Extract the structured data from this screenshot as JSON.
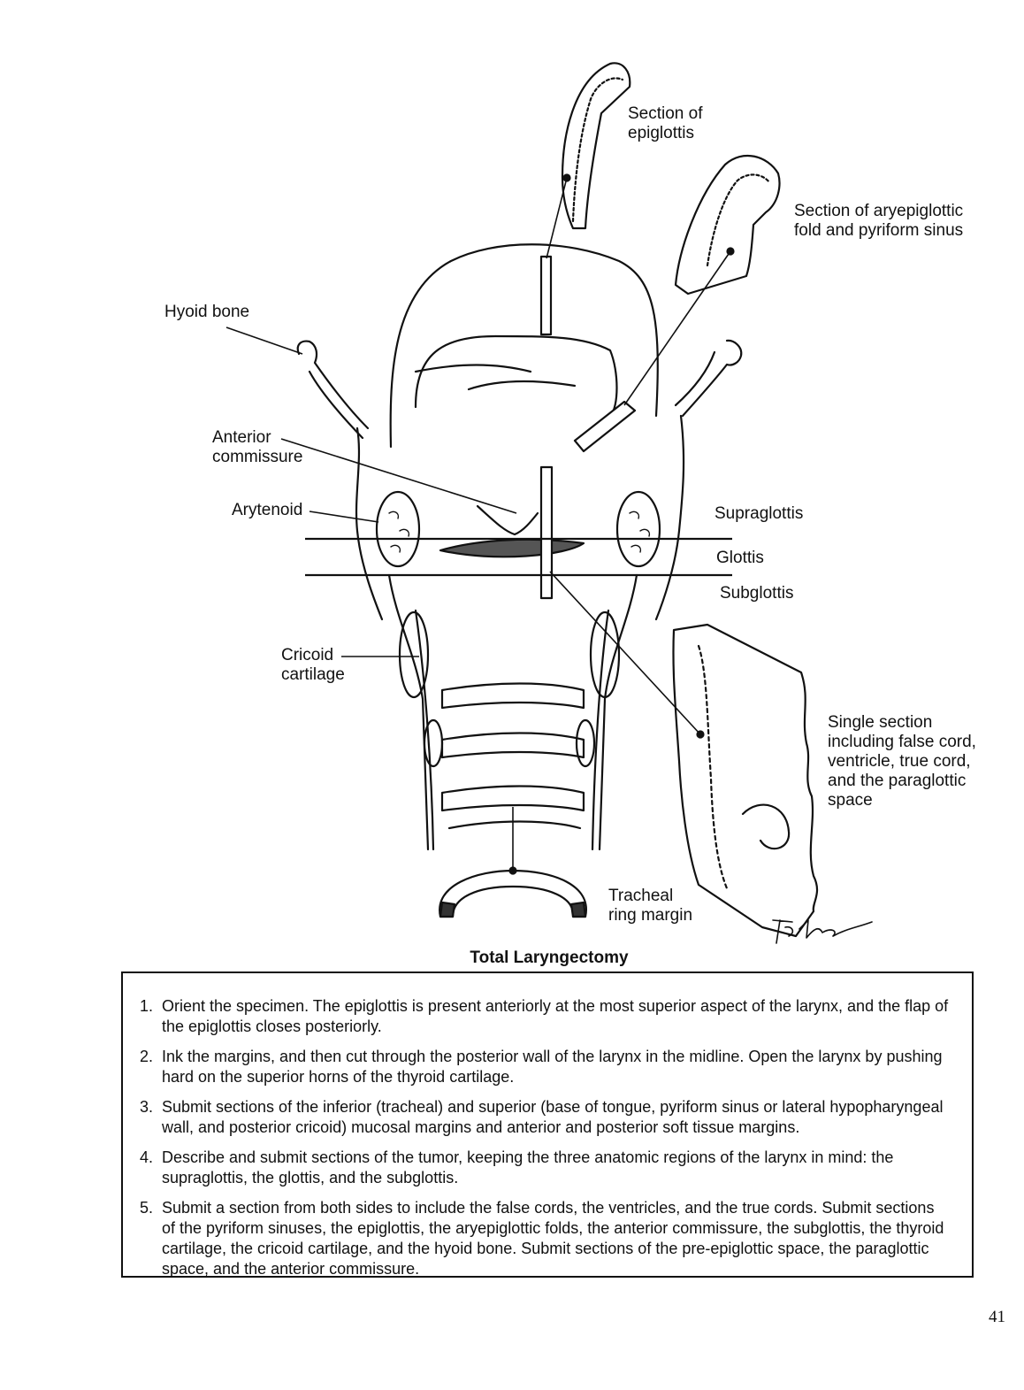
{
  "labels": {
    "section_epiglottis": [
      "Section of",
      "epiglottis"
    ],
    "section_aryepiglottic": [
      "Section of aryepiglottic",
      "fold and pyriform sinus"
    ],
    "hyoid_bone": "Hyoid bone",
    "anterior_commissure": [
      "Anterior",
      "commissure"
    ],
    "arytenoid": "Arytenoid",
    "supraglottis": "Supraglottis",
    "glottis": "Glottis",
    "subglottis": "Subglottis",
    "cricoid_cartilage": [
      "Cricoid",
      "cartilage"
    ],
    "single_section": [
      "Single section",
      "including false cord,",
      "ventricle, true cord,",
      "and the paraglottic",
      "space"
    ],
    "tracheal_ring_margin": [
      "Tracheal",
      "ring margin"
    ]
  },
  "signature": "TPhelps",
  "title": "Total Laryngectomy",
  "steps": [
    {
      "num": "1.",
      "text": "Orient the specimen. The epiglottis is present anteriorly at the most superior aspect of the larynx, and the flap of the epiglottis closes posteriorly."
    },
    {
      "num": "2.",
      "text": "Ink the margins, and then cut through the posterior wall of the larynx in the midline. Open the larynx by pushing hard on the superior horns of the thyroid cartilage."
    },
    {
      "num": "3.",
      "text": "Submit sections of the inferior (tracheal) and superior (base of tongue, pyriform sinus or lateral hypopharyngeal wall, and posterior cricoid) mucosal margins and anterior and posterior soft tissue margins."
    },
    {
      "num": "4.",
      "text": "Describe and submit sections of the tumor, keeping the three anatomic regions of the larynx in mind: the supraglottis, the glottis, and the subglottis."
    },
    {
      "num": "5.",
      "text": "Submit a section from both sides to include the false cords, the ventricles, and the true cords. Submit sections of the pyriform sinuses, the epiglottis, the aryepiglottic folds, the anterior commissure, the subglottis, the thyroid cartilage, the cricoid cartilage, and the hyoid bone. Submit sections of the pre-epiglottic space, the paraglottic space, and the anterior commissure."
    }
  ],
  "page_number": "41"
}
